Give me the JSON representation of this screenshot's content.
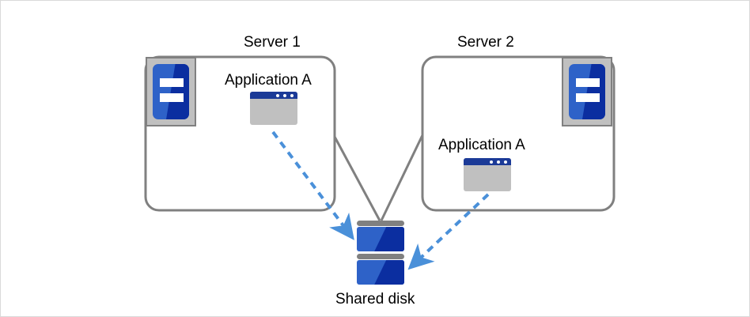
{
  "diagram": {
    "title_visible": false,
    "colors": {
      "blue_light": "#2e62c8",
      "blue_dark": "#0b2ea0",
      "gray_box": "#c0c0c0",
      "gray_outline": "#808080",
      "arrow_blue": "#4a90d9",
      "titlebar_blue": "#1b3a97",
      "text": "#000000",
      "page_border": "#d9d9d9"
    },
    "servers": [
      {
        "id": "server-1",
        "title": "Server 1",
        "application_label": "Application A",
        "host_icon": "server-host-icon",
        "app_icon": "application-window-icon"
      },
      {
        "id": "server-2",
        "title": "Server 2",
        "application_label": "Application A",
        "host_icon": "server-host-icon",
        "app_icon": "application-window-icon"
      }
    ],
    "storage": {
      "label": "Shared disk",
      "icon": "shared-disk-icon",
      "stack_count": 2
    },
    "connections": [
      {
        "from": "server-1",
        "to": "shared-disk",
        "style": "solid",
        "kind": "physical-link"
      },
      {
        "from": "server-2",
        "to": "shared-disk",
        "style": "solid",
        "kind": "physical-link"
      },
      {
        "from": "server-1-application-a",
        "to": "shared-disk",
        "style": "dashed",
        "kind": "access-arrow"
      },
      {
        "from": "server-2-application-a",
        "to": "shared-disk",
        "style": "dashed",
        "kind": "access-arrow"
      }
    ]
  }
}
